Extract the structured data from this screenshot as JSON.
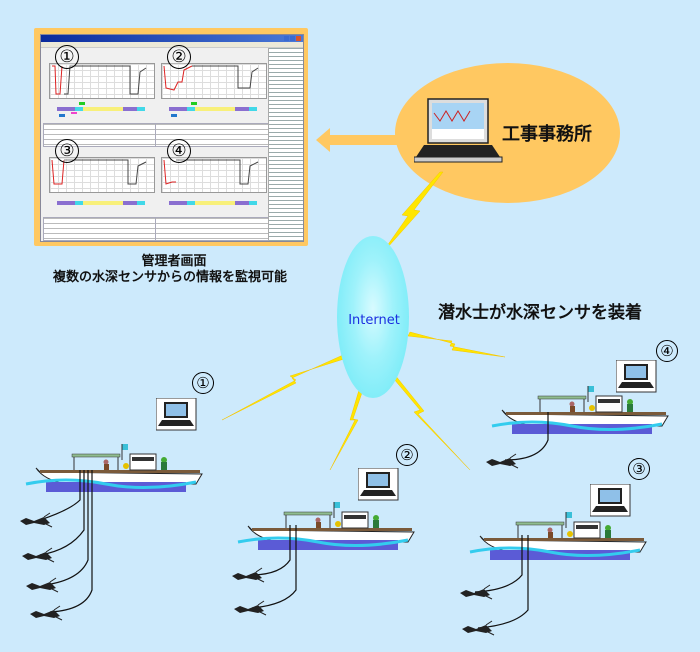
{
  "admin_screen": {
    "caption_line1": "管理者画面",
    "caption_line2": "複数の水深センサからの情報を監視可能",
    "panels": [
      {
        "number": "①"
      },
      {
        "number": "②"
      },
      {
        "number": "③"
      },
      {
        "number": "④"
      }
    ]
  },
  "office": {
    "label": "工事事務所"
  },
  "network": {
    "label": "Internet"
  },
  "divers": {
    "label": "潜水士が水深センサを装着"
  },
  "boats": [
    {
      "number": "①",
      "diver_count": 4
    },
    {
      "number": "②",
      "diver_count": 2
    },
    {
      "number": "③",
      "diver_count": 2
    },
    {
      "number": "④",
      "diver_count": 1
    }
  ],
  "colors": {
    "background": "#cdeafc",
    "accent_orange": "#ffc861",
    "internet_cyan": "#66e8f6",
    "lightning_yellow": "#ffe600",
    "internet_text": "#1a2ee0"
  }
}
